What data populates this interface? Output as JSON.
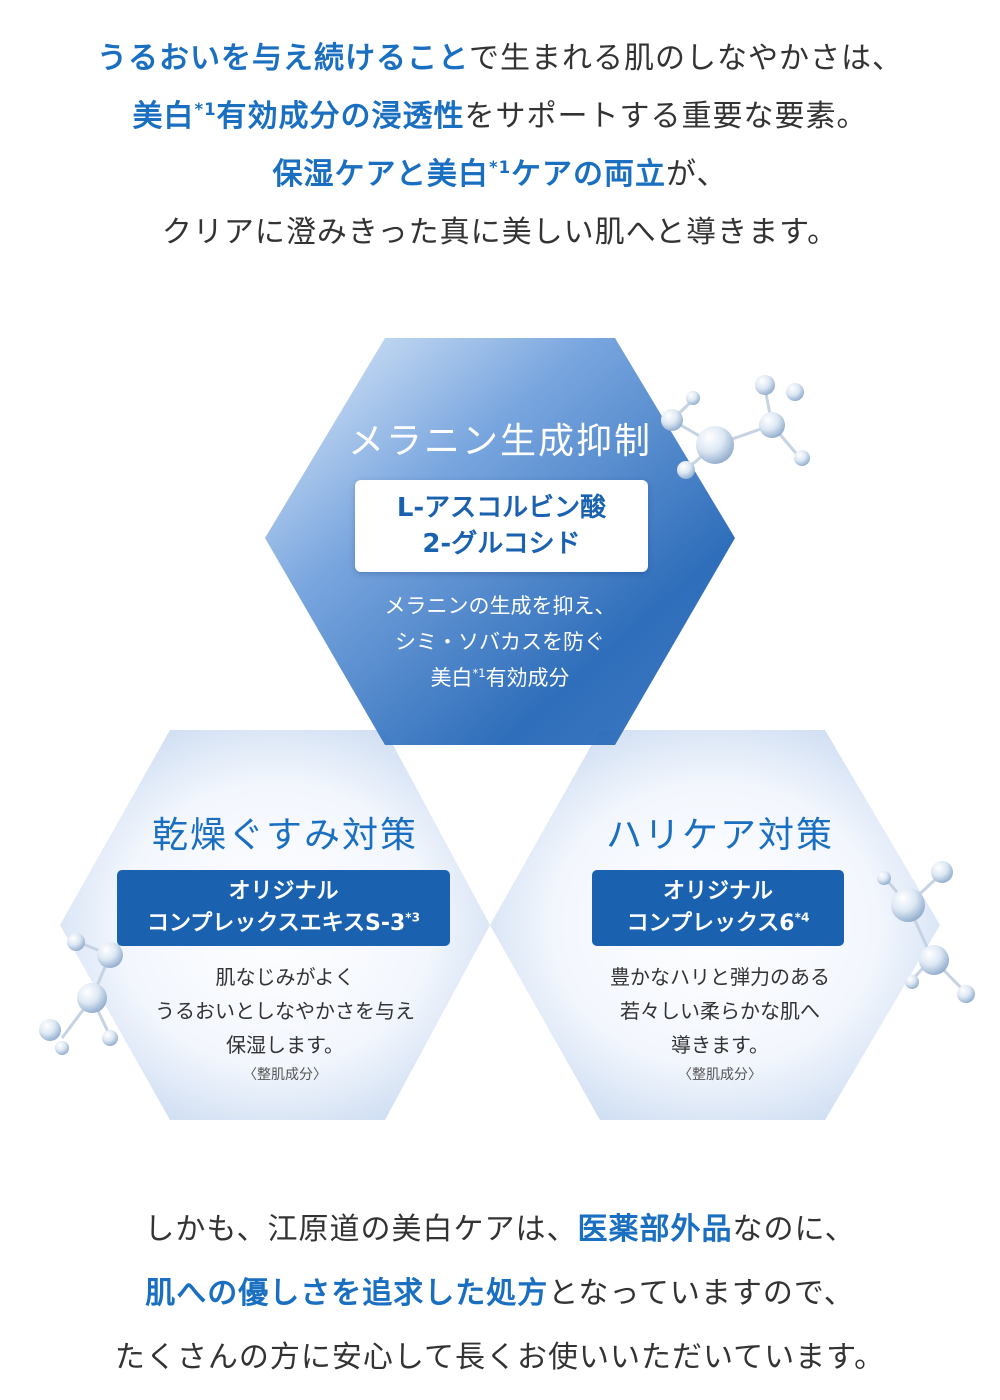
{
  "intro": {
    "line1": {
      "hl": "うるおいを与え続けること",
      "rest": "で生まれる肌のしなやかさは、"
    },
    "line2": {
      "hl_a": "美白",
      "sup": "*1",
      "hl_b": "有効成分の浸透性",
      "rest": "をサポートする重要な要素。"
    },
    "line3": {
      "hl_a": "保湿ケアと美白",
      "sup": "*1",
      "hl_b": "ケアの両立",
      "rest": "が、"
    },
    "line4": "クリアに澄みきった真に美しい肌へと導きます。"
  },
  "hexagons": {
    "top": {
      "title": "メラニン生成抑制",
      "ingredient_line1": "L-アスコルビン酸",
      "ingredient_line2": "2-グルコシド",
      "desc_line1": "メラニンの生成を抑え、",
      "desc_line2": "シミ・ソバカスを防ぐ",
      "desc_line3_a": "美白",
      "desc_line3_sup": "*1",
      "desc_line3_b": "有効成分"
    },
    "left": {
      "title": "乾燥ぐすみ対策",
      "ingredient_line1": "オリジナル",
      "ingredient_line2": "コンプレックスエキスS-3",
      "ingredient_sup": "*3",
      "desc_line1": "肌なじみがよく",
      "desc_line2": "うるおいとしなやかさを与え",
      "desc_line3": "保湿します。",
      "note": "〈整肌成分〉"
    },
    "right": {
      "title": "ハリケア対策",
      "ingredient_line1": "オリジナル",
      "ingredient_line2": "コンプレックス6",
      "ingredient_sup": "*4",
      "desc_line1": "豊かなハリと弾力のある",
      "desc_line2": "若々しい柔らかな肌へ",
      "desc_line3": "導きます。",
      "note": "〈整肌成分〉"
    }
  },
  "outro": {
    "line1": {
      "pre": "しかも、江原道の美白ケアは、",
      "hl": "医薬部外品",
      "rest": "なのに、"
    },
    "line2": {
      "hl": "肌への優しさを追求した処方",
      "rest": "となっていますので、"
    },
    "line3": "たくさんの方に安心して長くお使いいただいています。"
  },
  "colors": {
    "accent": "#1a6fc0",
    "box_blue": "#1a62b0",
    "hex_top_light": "#cfe0f5",
    "hex_top_dark": "#1f63b5",
    "hex_low_light": "#f3f7fd",
    "hex_low_edge": "#c3d5ee"
  },
  "icons": [
    "molecule-icon"
  ]
}
